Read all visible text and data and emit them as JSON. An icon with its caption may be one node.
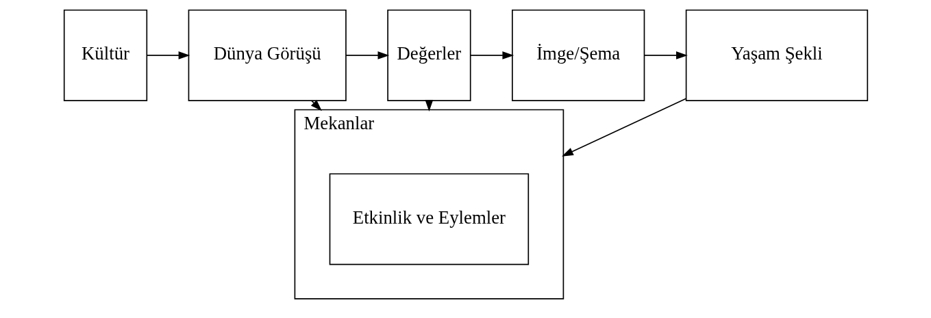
{
  "diagram": {
    "nodes": [
      {
        "text": [
          "Kültür"
        ]
      },
      {
        "text": [
          "Dünya Görüşü"
        ]
      },
      {
        "text": [
          "Değerler"
        ]
      },
      {
        "text": [
          "İmge/Şema"
        ]
      },
      {
        "text": [
          "Yaşam Şekli"
        ]
      },
      {
        "text": [
          "Mekanlar"
        ]
      },
      {
        "text": [
          "Etkinlik ve Eylemler"
        ],
        "in": 5
      }
    ],
    "edges": [
      {
        "from": 0,
        "to": 1,
        "arrow": "to"
      },
      {
        "from": 1,
        "to": 2,
        "arrow": "to"
      },
      {
        "from": 2,
        "to": 3,
        "arrow": "to"
      },
      {
        "from": 3,
        "to": 4,
        "arrow": "to"
      },
      {
        "from": 1,
        "to": 5,
        "arrow": "to"
      },
      {
        "from": 2,
        "to": 5,
        "arrow": "to"
      },
      {
        "from": 4,
        "to": 5,
        "arrow": "to"
      }
    ]
  }
}
